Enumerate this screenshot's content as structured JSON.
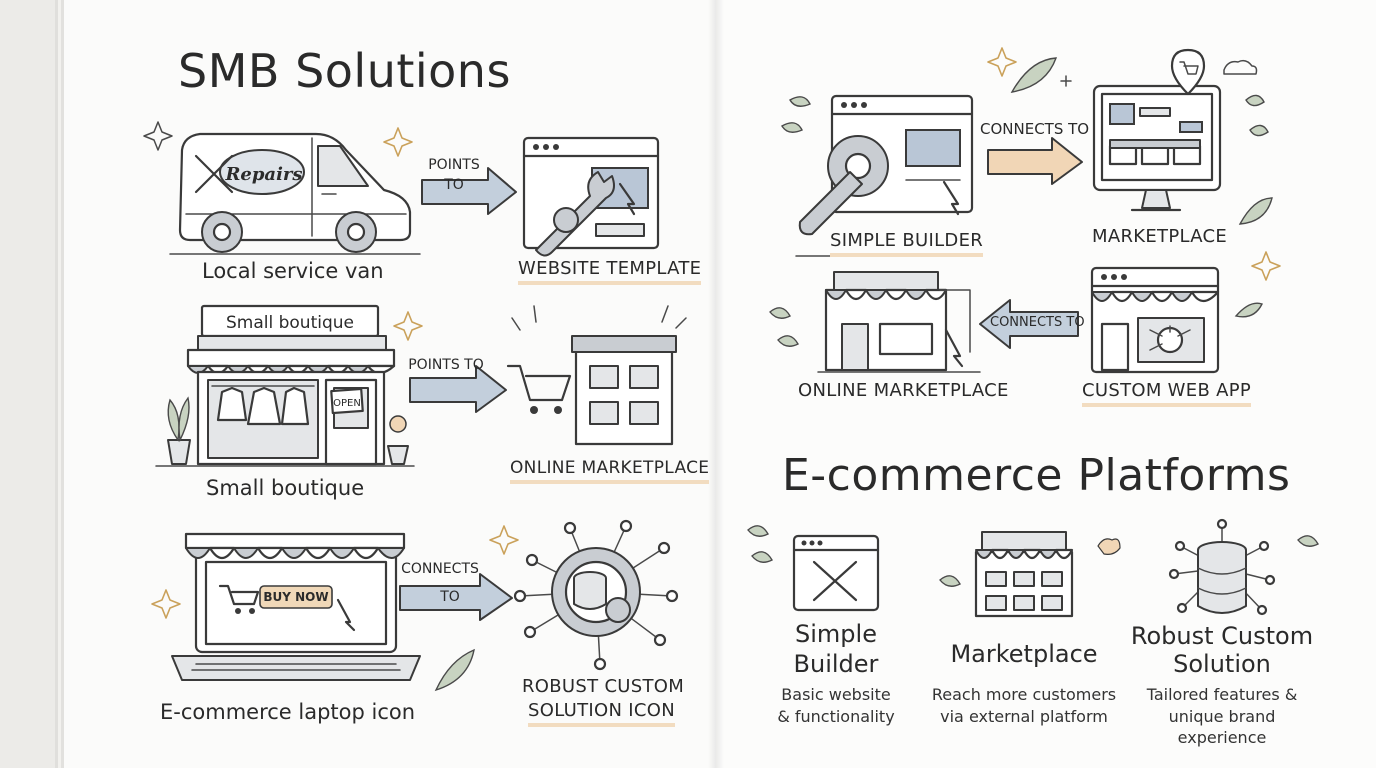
{
  "left": {
    "title": "SMB Solutions",
    "rows": [
      {
        "source": {
          "caption": "Local service van",
          "van_text": "Repairs"
        },
        "arrow": {
          "line1": "POINTS",
          "line2": "TO"
        },
        "target": {
          "caption": "WEBSITE TEMPLATE"
        }
      },
      {
        "source": {
          "caption": "Small boutique",
          "sign": "Small boutique",
          "door_sign": "OPEN"
        },
        "arrow": {
          "line1": "POINTS TO",
          "line2": ""
        },
        "target": {
          "caption": "ONLINE MARKETPLACE"
        }
      },
      {
        "source": {
          "caption": "E-commerce laptop icon",
          "button": "BUY NOW"
        },
        "arrow": {
          "line1": "CONNECTS",
          "line2": "TO"
        },
        "target": {
          "caption_line1": "ROBUST CUSTOM",
          "caption_line2": "SOLUTION ICON"
        }
      }
    ]
  },
  "right": {
    "flow": [
      {
        "caption": "SIMPLE BUILDER"
      },
      {
        "arrow": "CONNECTS TO"
      },
      {
        "caption": "MARKETPLACE"
      },
      {
        "caption": "ONLINE MARKETPLACE"
      },
      {
        "arrow": "CONNECTS TO"
      },
      {
        "caption": "CUSTOM WEB APP"
      }
    ],
    "title": "E-commerce Platforms",
    "tiers": [
      {
        "title_line1": "Simple",
        "title_line2": "Builder",
        "desc_line1": "Basic website",
        "desc_line2": "& functionality",
        "icon": "tools-window-icon"
      },
      {
        "title_line1": "Marketplace",
        "title_line2": "",
        "desc_line1": "Reach more customers",
        "desc_line2": "via external platform",
        "icon": "storefront-icon"
      },
      {
        "title_line1": "Robust Custom",
        "title_line2": "Solution",
        "desc_line1": "Tailored features &",
        "desc_line2": "unique brand experience",
        "icon": "database-network-icon"
      }
    ]
  },
  "colors": {
    "arrow_blue": "#c3cfdc",
    "arrow_peach": "#f1d6b6",
    "highlight": "#f2dcc0",
    "ink": "#3a3a3a"
  }
}
